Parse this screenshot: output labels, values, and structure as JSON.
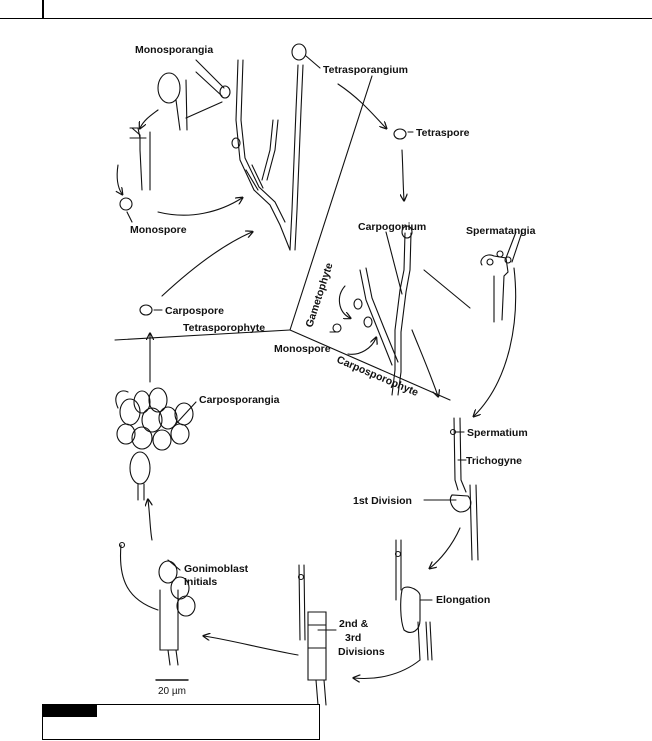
{
  "labels": {
    "monosporangia": "Monosporangia",
    "tetrasporangium": "Tetrasporangium",
    "tetraspore": "Tetraspore",
    "monospore_top": "Monospore",
    "carpogonium": "Carpogonium",
    "spermatangia": "Spermatangia",
    "carpospore": "Carpospore",
    "monospore_mid": "Monospore",
    "carposporangia": "Carposporangia",
    "spermatium": "Spermatium",
    "trichogyne": "Trichogyne",
    "first_division": "1st  Division",
    "gonimoblast_line1": "Gonimoblast",
    "gonimoblast_line2": "Initials",
    "elongation": "Elongation",
    "second_line1": "2nd &",
    "second_line2": "3rd",
    "second_line3": "Divisions"
  },
  "phases": {
    "gametophyte": "Gametophyte",
    "tetrasporophyte": "Tetrasporophyte",
    "carposporophyte": "Carposporophyte"
  },
  "scale_bar": "20 µm"
}
